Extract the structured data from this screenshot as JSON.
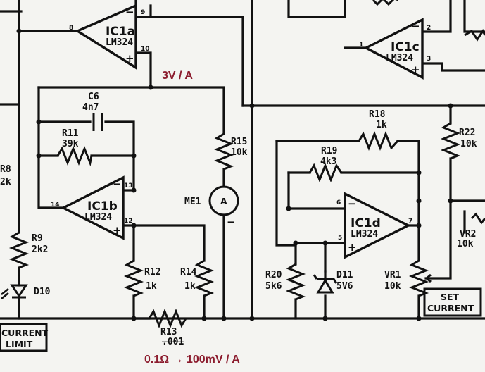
{
  "ic1a": {
    "name": "IC1a",
    "type": "LM324"
  },
  "ic1b": {
    "name": "IC1b",
    "type": "LM324"
  },
  "ic1c": {
    "name": "IC1c",
    "type": "LM324"
  },
  "ic1d": {
    "name": "IC1d",
    "type": "LM324"
  },
  "c6": {
    "ref": "C6",
    "value": "4n7"
  },
  "r8": {
    "ref": "R8",
    "value": "2k"
  },
  "r9": {
    "ref": "R9",
    "value": "2k2"
  },
  "r11": {
    "ref": "R11",
    "value": "39k"
  },
  "r12": {
    "ref": "R12",
    "value": "1k"
  },
  "r13": {
    "ref": "R13",
    "value": ".001"
  },
  "r14": {
    "ref": "R14",
    "value": "1k"
  },
  "r15": {
    "ref": "R15",
    "value": "10k"
  },
  "r18": {
    "ref": "R18",
    "value": "1k"
  },
  "r19": {
    "ref": "R19",
    "value": "4k3"
  },
  "r20": {
    "ref": "R20",
    "value": "5k6"
  },
  "r22": {
    "ref": "R22",
    "value": "10k"
  },
  "vr1": {
    "ref": "VR1",
    "value": "10k"
  },
  "vr2": {
    "ref": "VR2",
    "value": "10k"
  },
  "d10": {
    "ref": "D10"
  },
  "d11": {
    "ref": "D11",
    "value": "5V6"
  },
  "me1": {
    "ref": "ME1",
    "symbol": "A"
  },
  "boxes": {
    "current_limit_1": "CURRENT",
    "current_limit_2": "LIMIT",
    "set_current_1": "SET",
    "set_current_2": "CURRENT"
  },
  "annotations": {
    "scale_node": "3V / A",
    "shunt": "0.1Ω  → 100mV / A"
  }
}
